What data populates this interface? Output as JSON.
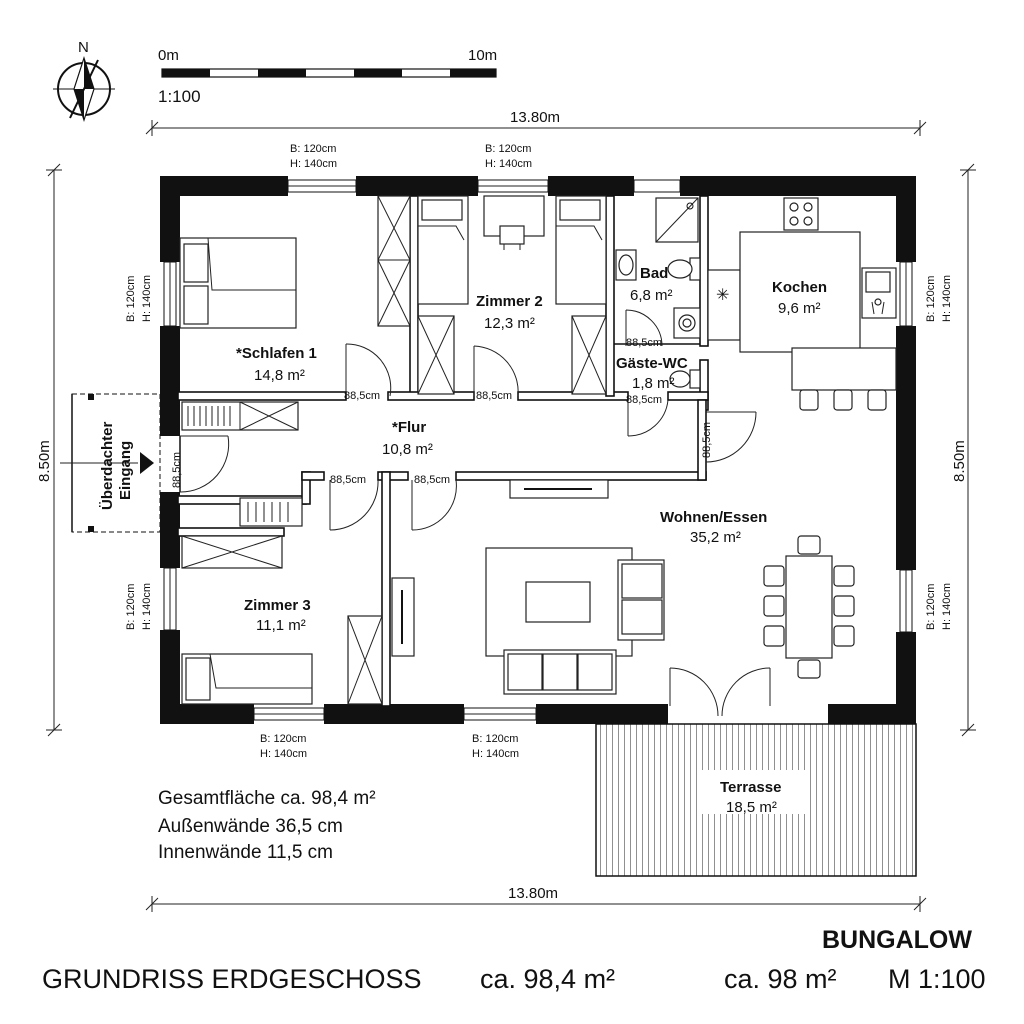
{
  "north": {
    "label": "N"
  },
  "scale_bar": {
    "start": "0m",
    "end": "10m",
    "ratio": "1:100"
  },
  "dimensions": {
    "width_top": "13.80m",
    "width_bottom": "13.80m",
    "depth_left": "8.50m",
    "depth_right": "8.50m"
  },
  "windows": {
    "top_left": [
      "B: 120cm",
      "H: 140cm"
    ],
    "top_mid": [
      "B: 120cm",
      "H: 140cm"
    ],
    "left_upper": [
      "B: 120cm",
      "H: 140cm"
    ],
    "left_lower": [
      "B: 120cm",
      "H: 140cm"
    ],
    "right_upper": [
      "B: 120cm",
      "H: 140cm"
    ],
    "right_lower": [
      "B: 120cm",
      "H: 140cm"
    ],
    "bottom_left": [
      "B: 120cm",
      "H: 140cm"
    ],
    "bottom_mid": [
      "B: 120cm",
      "H: 140cm"
    ]
  },
  "doors": {
    "schlafen": "88,5cm",
    "zimmer2": "88,5cm",
    "bad": "88,5cm",
    "gaeste_wc": "88,5cm",
    "wohnen": "88,5cm",
    "eingang": "88,5cm",
    "zimmer3": "88,5cm",
    "flur_south": "88,5cm"
  },
  "entrance": {
    "line1": "Überdachter",
    "line2": "Eingang"
  },
  "rooms": {
    "schlafen": {
      "name": "*Schlafen 1",
      "area": "14,8 m²"
    },
    "zimmer2": {
      "name": "Zimmer 2",
      "area": "12,3 m²"
    },
    "bad": {
      "name": "Bad",
      "area": "6,8 m²"
    },
    "gaeste_wc": {
      "name": "Gäste-WC",
      "area": "1,8 m²"
    },
    "kochen": {
      "name": "Kochen",
      "area": "9,6 m²"
    },
    "flur": {
      "name": "*Flur",
      "area": "10,8 m²"
    },
    "wohnen": {
      "name": "Wohnen/Essen",
      "area": "35,2 m²"
    },
    "zimmer3": {
      "name": "Zimmer 3",
      "area": "11,1 m²"
    },
    "terrasse": {
      "name": "Terrasse",
      "area": "18,5 m²"
    }
  },
  "notes": {
    "total": "Gesamtfläche ca. 98,4 m²",
    "outer_walls": "Außenwände 36,5 cm",
    "inner_walls": "Innenwände 11,5 cm"
  },
  "footer": {
    "type": "BUNGALOW",
    "title": "GRUNDRISS ERDGESCHOSS",
    "area_exact": "ca. 98,4 m²",
    "area_round": "ca. 98 m²",
    "scale": "M 1:100"
  }
}
